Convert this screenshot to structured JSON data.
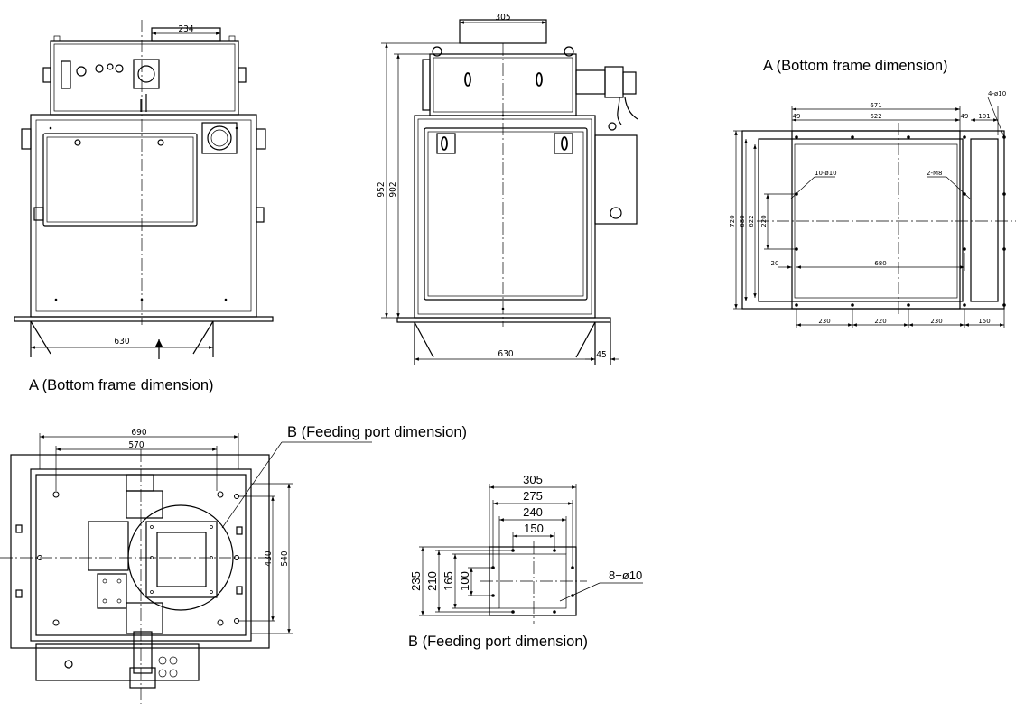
{
  "captions": {
    "front_view": "A (Bottom frame dimension)",
    "bottom_frame": "A (Bottom frame dimension)",
    "top_view": "B (Feeding port dimension)",
    "feeding_port": "B (Feeding port dimension)"
  },
  "front_view": {
    "top_port_width": "234",
    "base_width": "630"
  },
  "side_view": {
    "top_port_width": "305",
    "overall_height": "952",
    "body_height": "902",
    "base_width": "630",
    "base_offset": "45"
  },
  "bottom_frame": {
    "overall_width": "671",
    "inner_width": "622",
    "left_margin": "49",
    "right_margin": "49",
    "side_width": "101",
    "corner_holes": "4-ø10",
    "holes_label": "10-ø10",
    "thread_label": "2-M8",
    "overall_height": "720",
    "height_680": "680",
    "height_622": "622",
    "hole_spacing_v": "220",
    "left_offset": "20",
    "hole_span": "680",
    "bottom_seg_1": "230",
    "bottom_seg_2": "220",
    "bottom_seg_3": "230",
    "bottom_seg_4": "150"
  },
  "top_view": {
    "outer_width": "690",
    "inner_width": "570",
    "height_430": "430",
    "height_540": "540"
  },
  "feeding_port": {
    "w305": "305",
    "w275": "275",
    "w240": "240",
    "w150": "150",
    "h235": "235",
    "h210": "210",
    "h165": "165",
    "h100": "100",
    "holes": "8−ø10"
  }
}
